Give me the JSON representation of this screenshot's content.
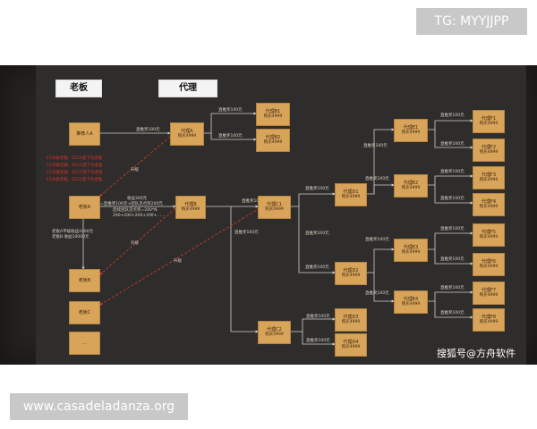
{
  "badges": {
    "top_right": "TG: MYYJJPP",
    "bottom_left": "www.casadeladanza.org"
  },
  "watermark": "搜狐号@方舟软件",
  "headers": {
    "boss": "老板",
    "agent": "代理"
  },
  "nodes": {
    "recommender_a": "推荐人A",
    "boss_a": "老板A",
    "boss_b": "老板B",
    "boss_c": "老板C",
    "boss_more": "…",
    "agent_a": [
      "代理A",
      "购买4999"
    ],
    "agent_b1": [
      "代理B1",
      "购买4999"
    ],
    "agent_b2": [
      "代理B2",
      "购买4999"
    ],
    "agent_b_main": [
      "代理B",
      "购买4999"
    ],
    "agent_c1": [
      "代理C1",
      "购买4999"
    ],
    "agent_c2": [
      "代理C2",
      "购买4999"
    ],
    "agent_d1": [
      "代理D1",
      "购买4999"
    ],
    "agent_d2": [
      "代理D2",
      "购买4999"
    ],
    "agent_d3": [
      "代理D3",
      "购买4999"
    ],
    "agent_d4": [
      "代理D4",
      "购买4999"
    ],
    "agent_e1": [
      "代理E1",
      "购买4999"
    ],
    "agent_e2": [
      "代理E2",
      "购买4999"
    ],
    "agent_e3": [
      "代理E3",
      "购买4999"
    ],
    "agent_e4": [
      "代理E4",
      "购买4999"
    ],
    "agent_f": [
      [
        "代理F1",
        "购买4999"
      ],
      [
        "代理F2",
        "购买4999"
      ],
      [
        "代理F3",
        "购买4999"
      ],
      [
        "代理F4",
        "购买4999"
      ],
      [
        "代理F5",
        "购买4999"
      ],
      [
        "代理F6",
        "购买4999"
      ],
      [
        "代理F7",
        "购买4999"
      ],
      [
        "代理F8",
        "购买4999"
      ]
    ]
  },
  "edge_labels": {
    "direct_100": "直推奖100元",
    "upgrade": "升级",
    "income_300": "收益300元",
    "income_detail": "=直推奖100元+团队见点奖200元",
    "team_formula": "后续团队见点奖=200*N",
    "team_series": "200+200+200+200+……",
    "boss_income_1": "老板A平级收益1000元",
    "boss_income_2": "老板B      收益10000元"
  },
  "red_notes": [
    "E1升级老板、E1C1变下为老板",
    "C1升级老板、E1C1变下为老板",
    "C1升级老板、E1C1变下为老板",
    "E1升级老板、E1C1变下为老板"
  ]
}
